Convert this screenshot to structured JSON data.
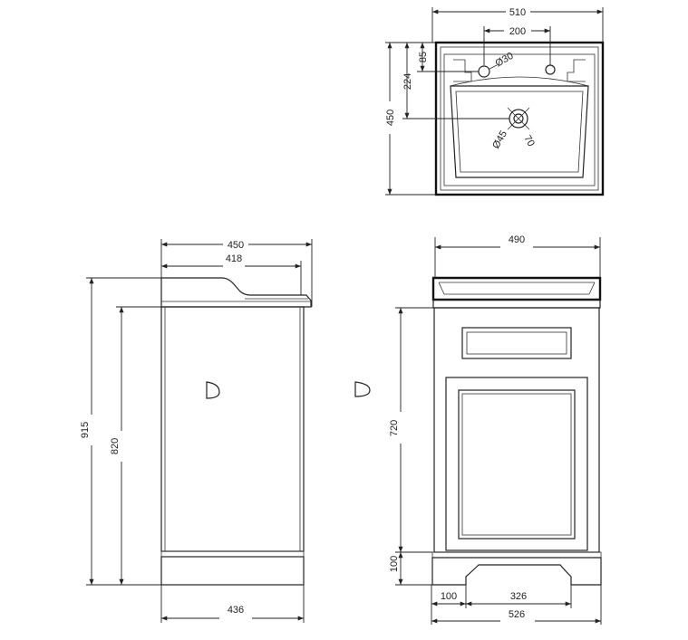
{
  "top_view": {
    "width": "510",
    "tap_spacing": "200",
    "depth": "450",
    "tap_offset": "85",
    "waste_offset": "224",
    "tap_hole": "Ø30",
    "waste_hole": "Ø45",
    "waste_ring": "70"
  },
  "side_view": {
    "top_width": "450",
    "top_inner_width": "418",
    "total_height": "915",
    "cabinet_height": "820",
    "plinth_width": "436"
  },
  "front_view": {
    "width": "490",
    "cabinet_height": "720",
    "plinth_height": "100",
    "cutout_offset": "100",
    "cutout_width": "326",
    "plinth_width": "526"
  }
}
